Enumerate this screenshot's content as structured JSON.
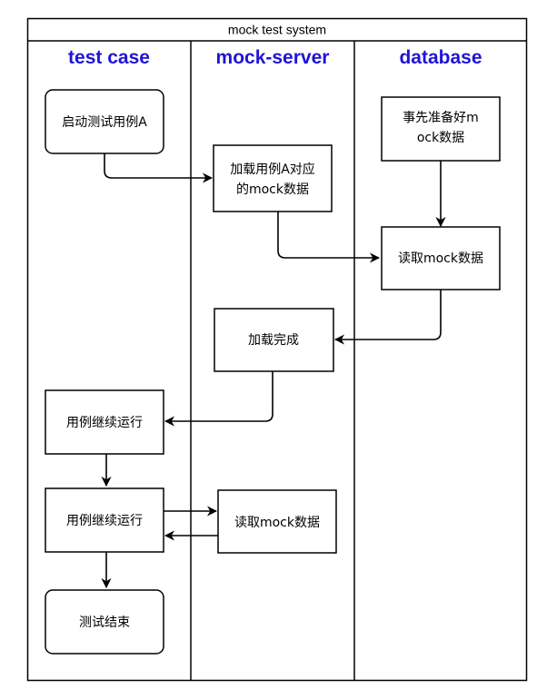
{
  "title": "mock test system",
  "colors": {
    "lane_title": "#1f14d6",
    "stroke": "#000000",
    "background": "#ffffff"
  },
  "lanes": [
    {
      "title": "test case"
    },
    {
      "title": "mock-server"
    },
    {
      "title": "database"
    }
  ],
  "nodes": {
    "start_case": {
      "lines": [
        "启动测试用例A"
      ]
    },
    "load_mock": {
      "lines": [
        "加载用例A对应",
        "的mock数据"
      ]
    },
    "prepare_data": {
      "lines": [
        "事先准备好m",
        "ock数据"
      ]
    },
    "read_db": {
      "lines": [
        "读取mock数据"
      ]
    },
    "load_done": {
      "lines": [
        "加载完成"
      ]
    },
    "continue_1": {
      "lines": [
        "用例继续运行"
      ]
    },
    "continue_2": {
      "lines": [
        "用例继续运行"
      ]
    },
    "read_server": {
      "lines": [
        "读取mock数据"
      ]
    },
    "test_end": {
      "lines": [
        "测试结束"
      ]
    }
  }
}
